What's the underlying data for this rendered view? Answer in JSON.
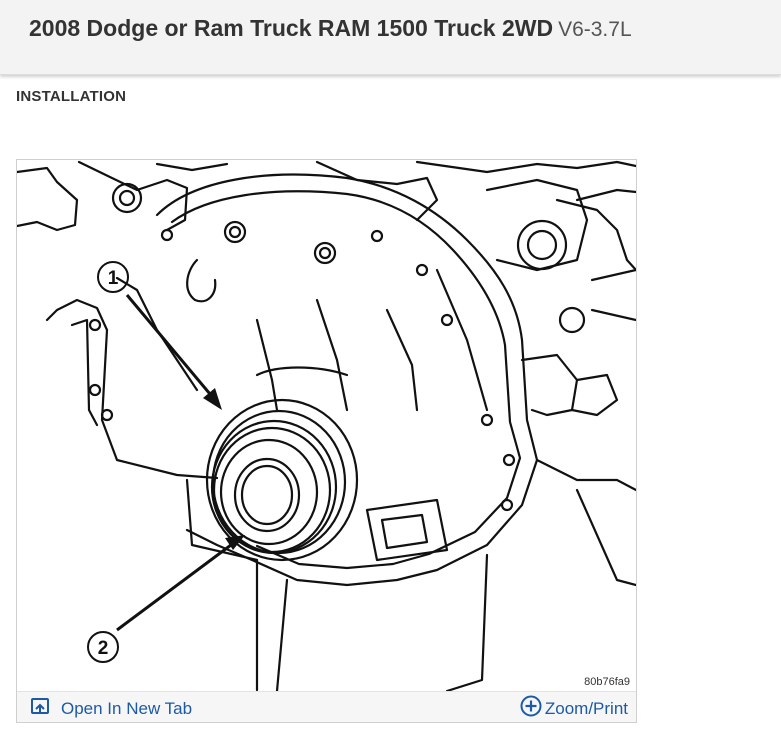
{
  "header": {
    "title": "2008 Dodge or Ram Truck RAM 1500 Truck 2WD",
    "engine": "V6-3.7L"
  },
  "section": {
    "label": "INSTALLATION"
  },
  "figure": {
    "callouts": [
      "1",
      "2"
    ],
    "code": "80b76fa9",
    "open_tab_label": "Open In New Tab",
    "zoom_print_label": "Zoom/Print",
    "icons": [
      "open-new-tab-icon",
      "zoom-plus-icon"
    ]
  },
  "colors": {
    "header_bg": "#f3f3f3",
    "link": "#1d5aa6",
    "text": "#333333"
  }
}
